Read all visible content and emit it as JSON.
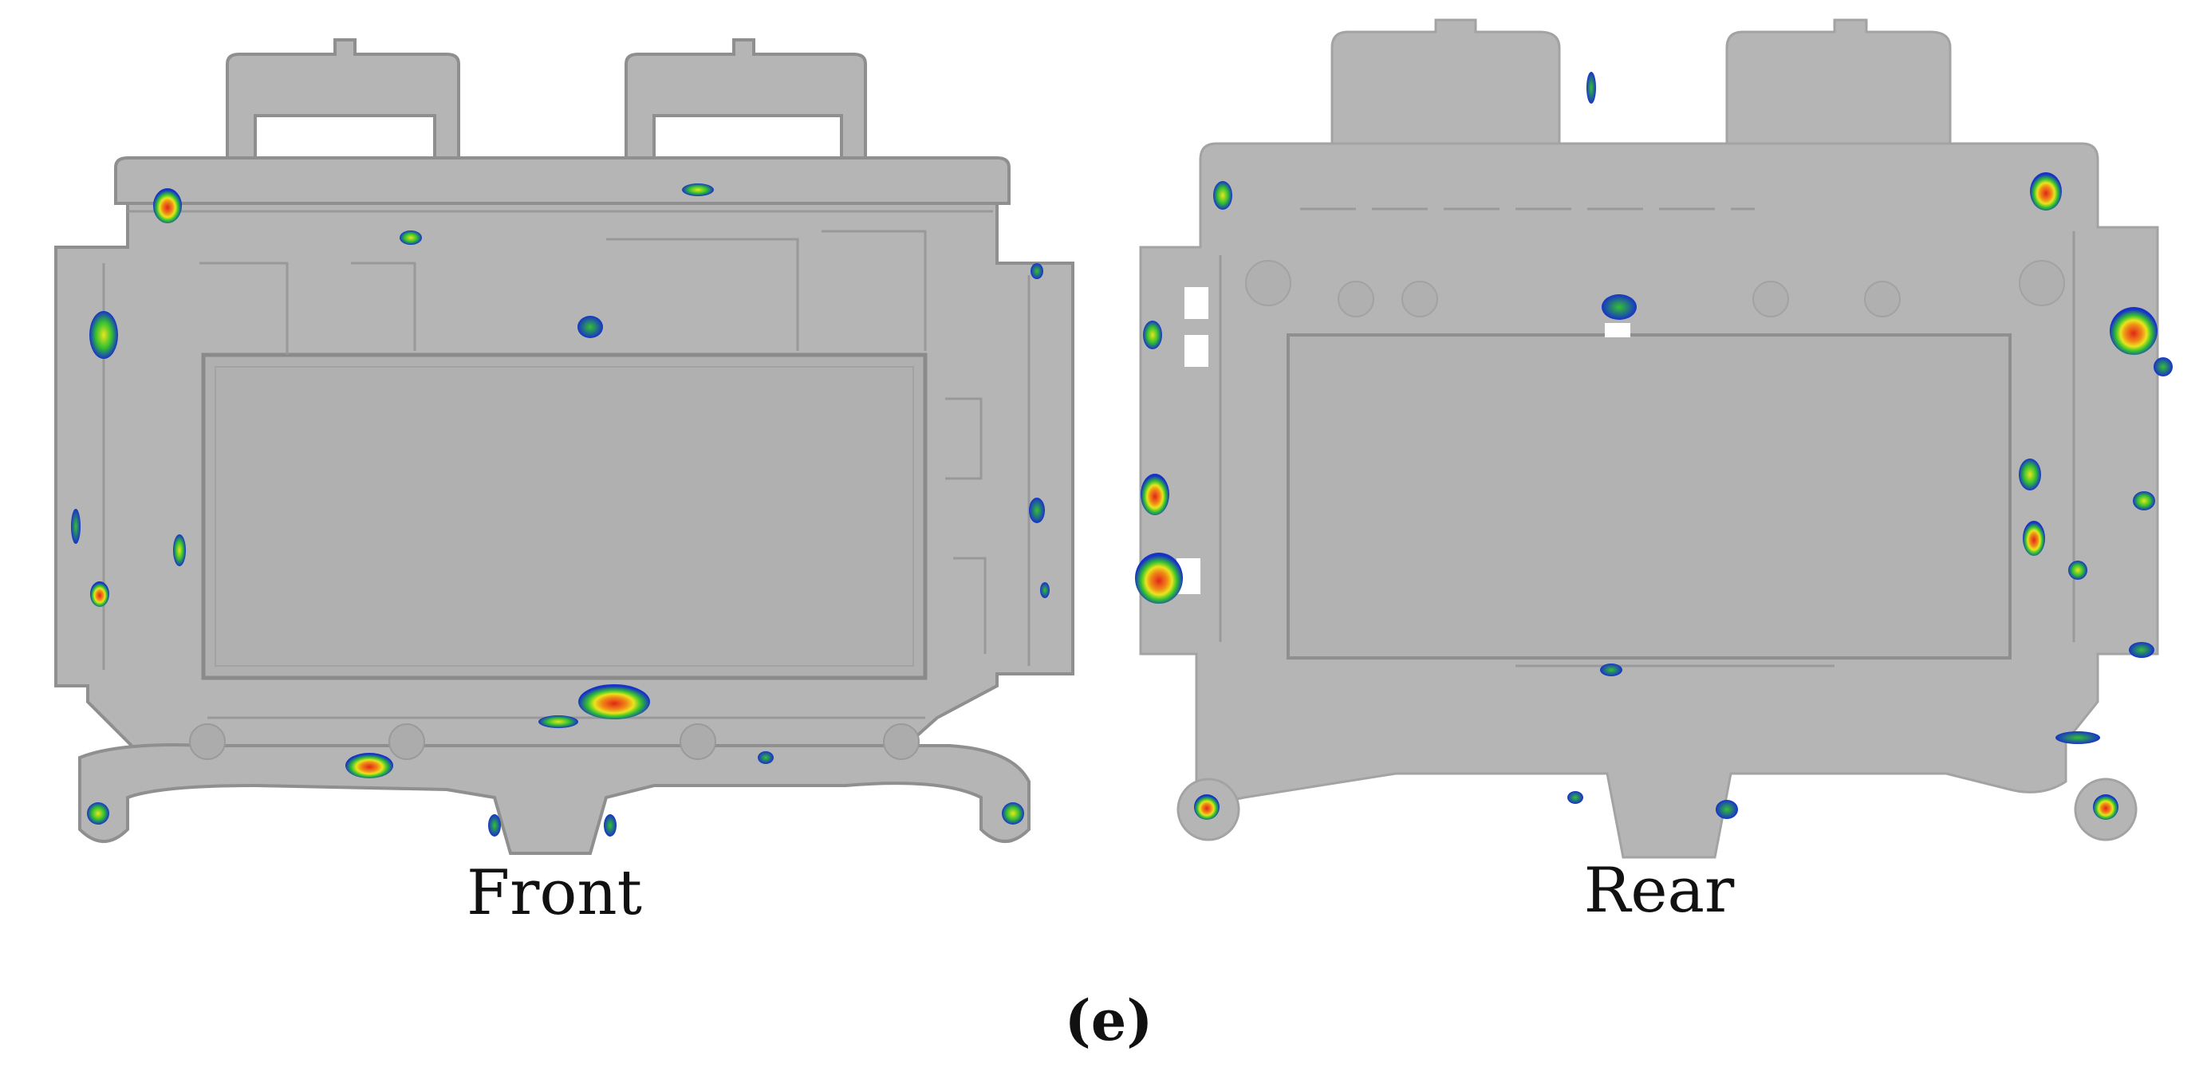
{
  "figure": {
    "panel_label": "(e)",
    "views": [
      {
        "label": "Front"
      },
      {
        "label": "Rear"
      }
    ]
  },
  "colors": {
    "part_fill": "#b5b5b5",
    "part_edge": "#8f8f8f",
    "part_shadow": "#9c9c9c",
    "hot_red": "#e0261a",
    "hot_orange": "#f08a16",
    "hot_yellow": "#e9e51d",
    "hot_green": "#33c12f",
    "hot_blue": "#1632c8"
  }
}
